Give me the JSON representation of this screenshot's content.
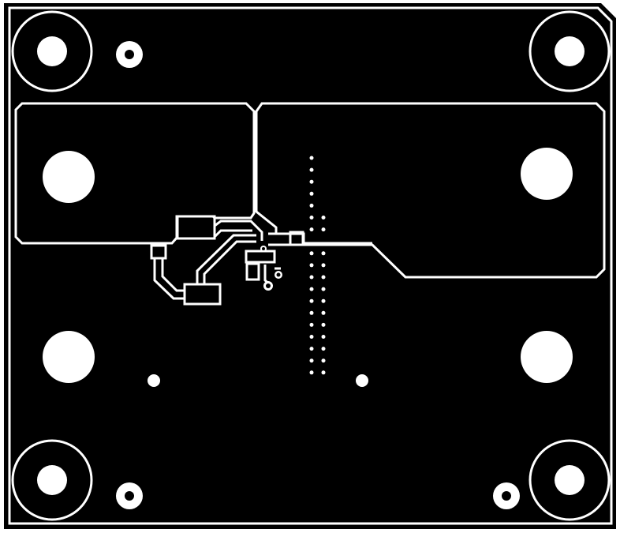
{
  "board": {
    "view": "pcb-copper-layer",
    "colors": {
      "copper": "#000000",
      "clearance": "#ffffff",
      "background": "#ffffff"
    },
    "features": [
      "mounting-holes",
      "copper-pours",
      "via-stitching",
      "smd-pads",
      "traces"
    ]
  }
}
